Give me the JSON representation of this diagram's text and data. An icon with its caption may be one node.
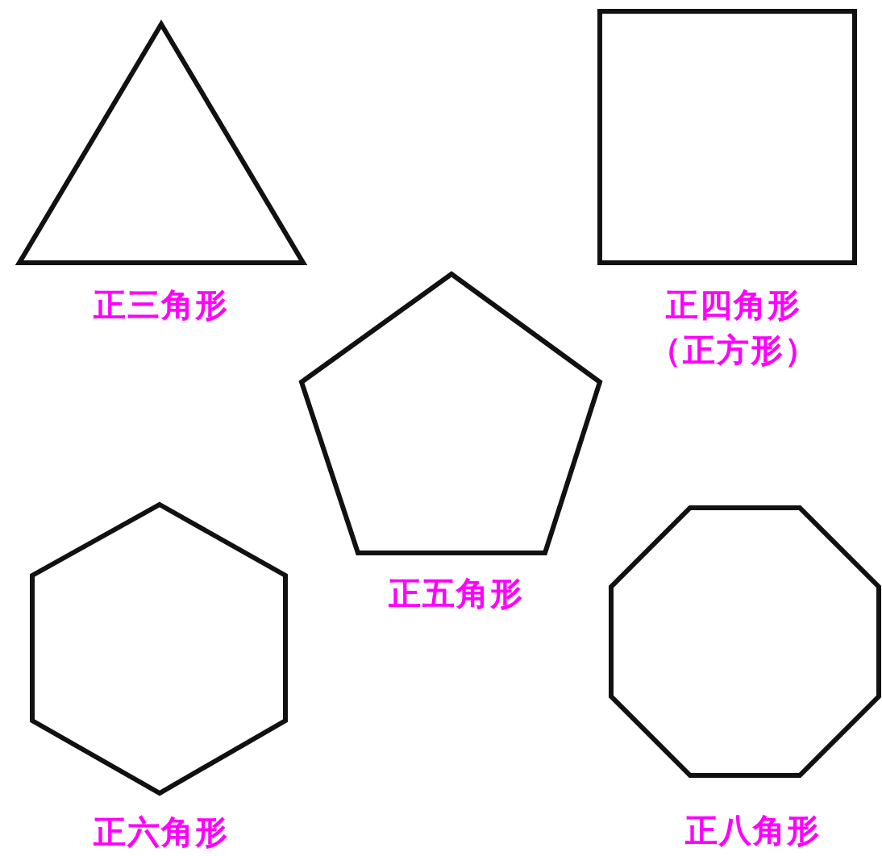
{
  "diagram": {
    "nodes": [
      {
        "text": [
          "正三角形"
        ]
      },
      {
        "text": [
          "正四角形",
          "（正方形）"
        ]
      },
      {
        "text": [
          "正五角形"
        ]
      },
      {
        "text": [
          "正六角形"
        ]
      },
      {
        "text": [
          "正八角形"
        ]
      }
    ]
  }
}
